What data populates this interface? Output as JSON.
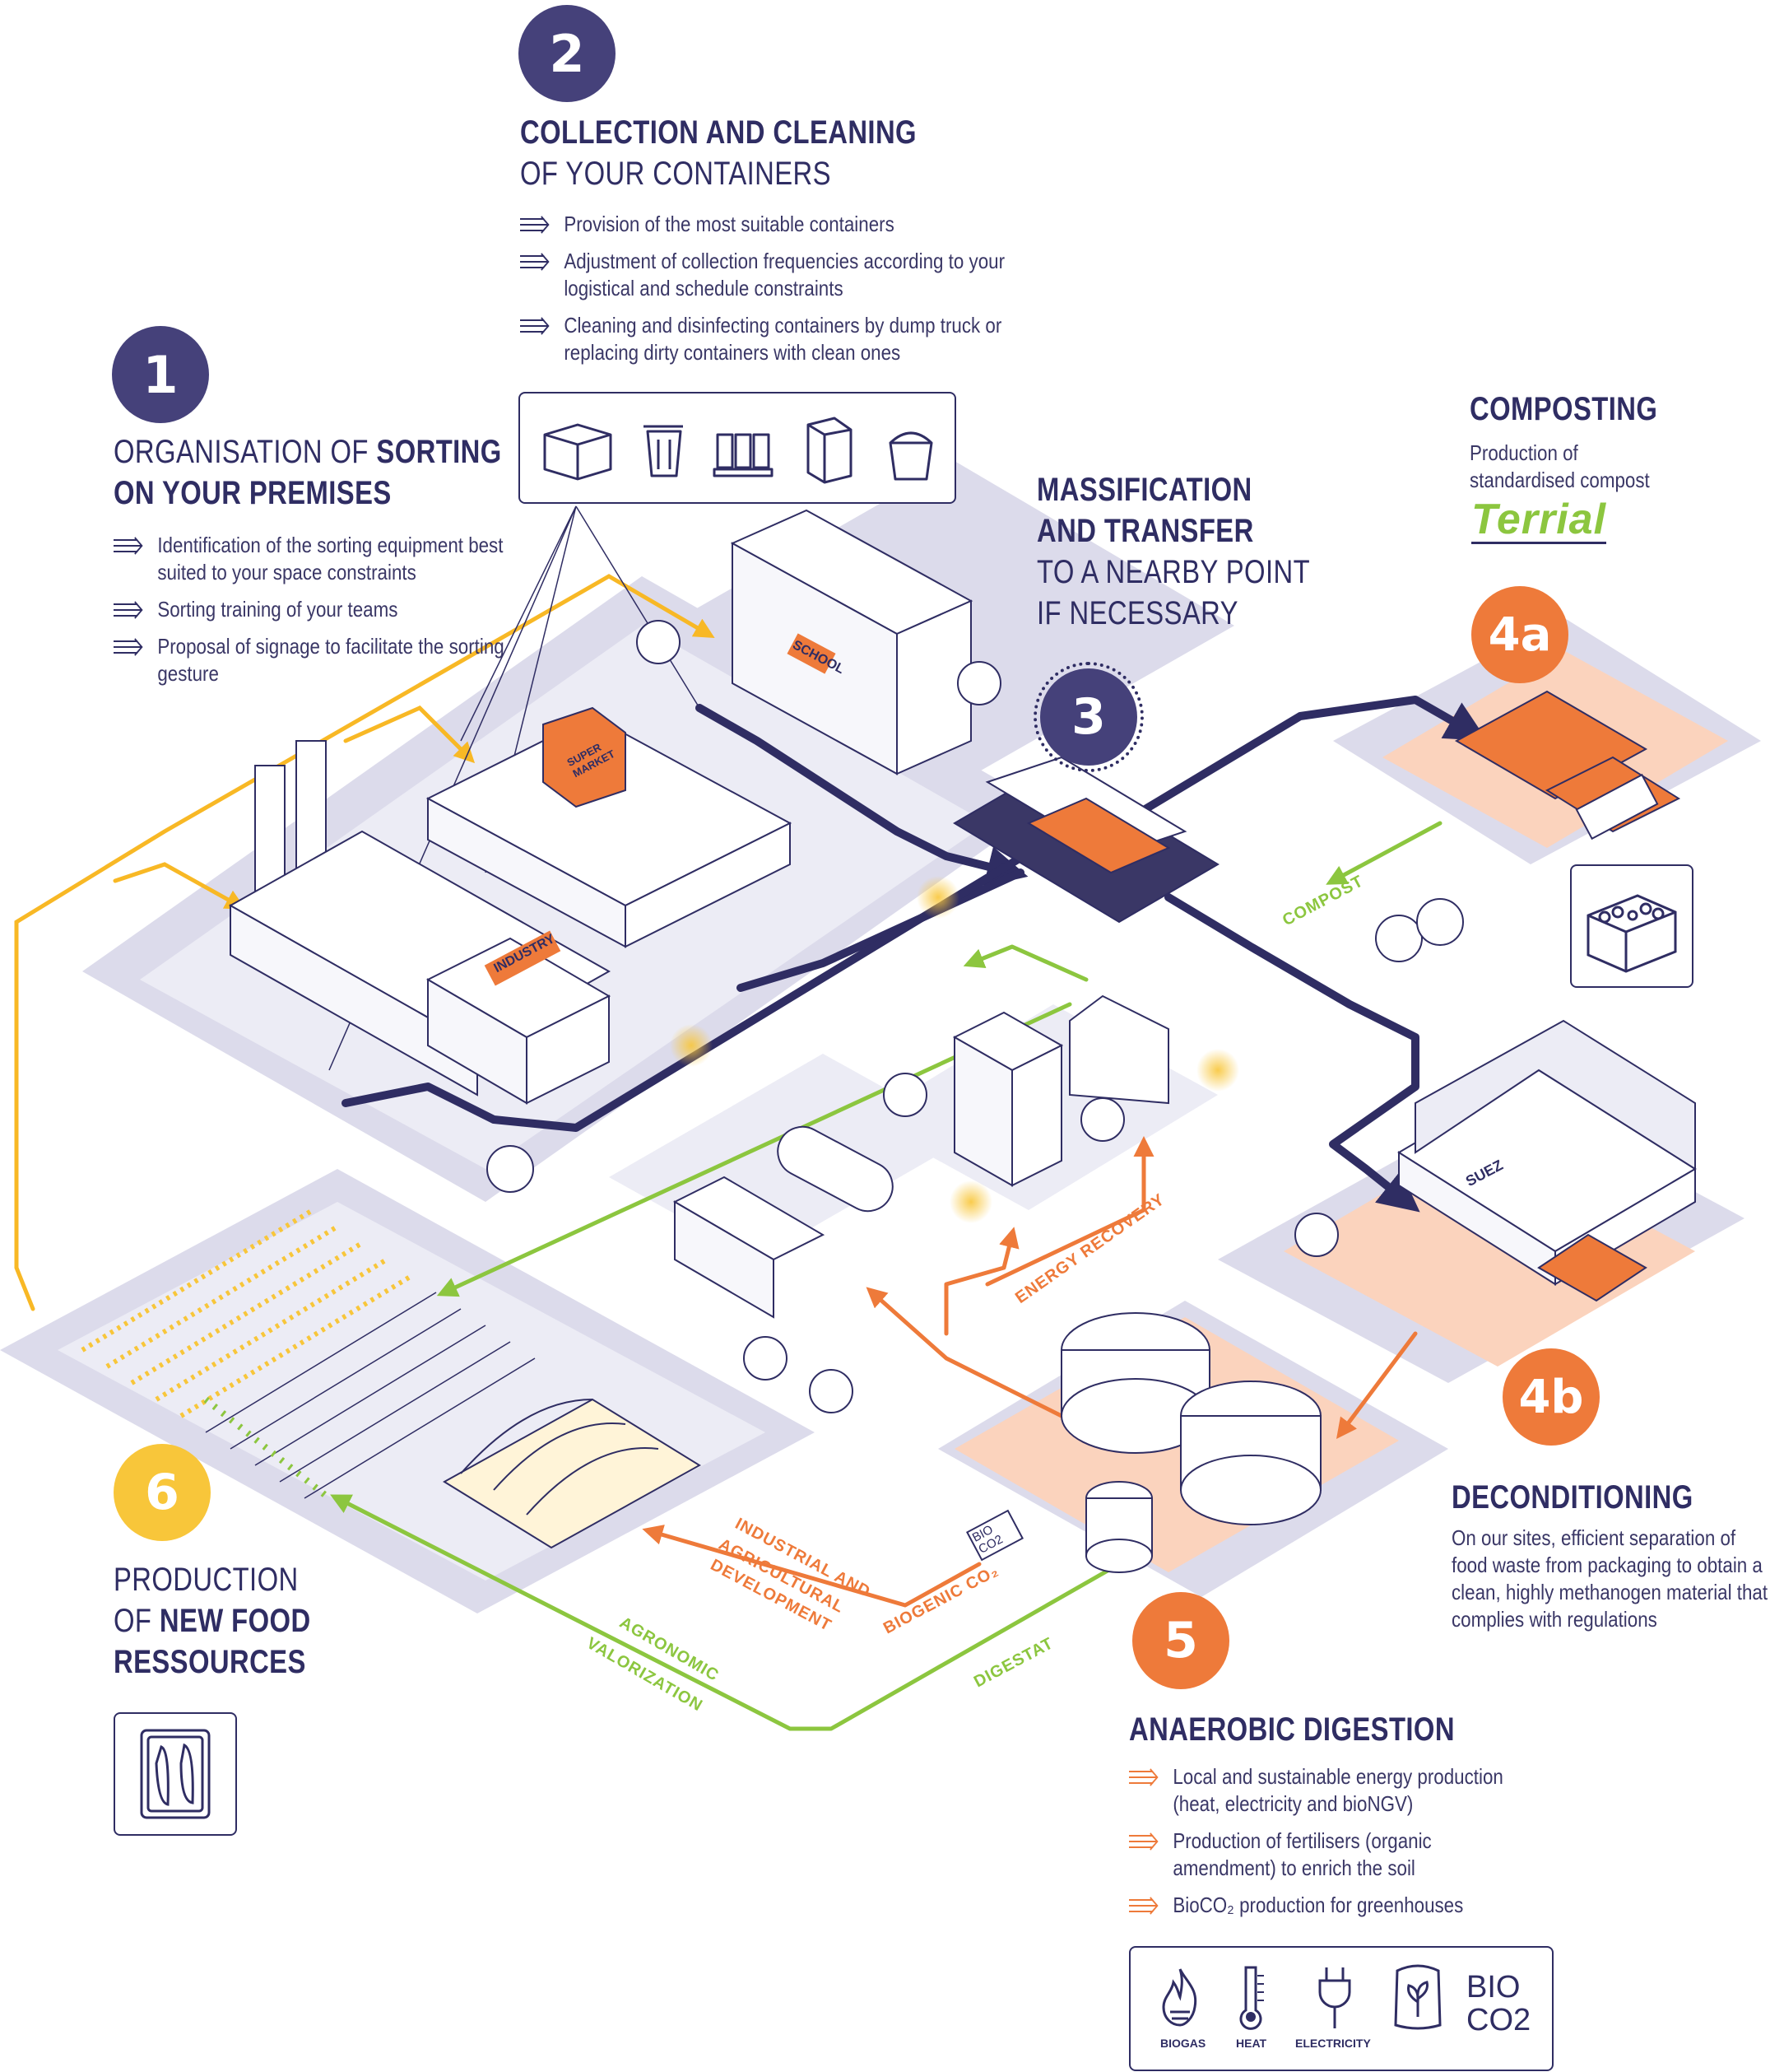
{
  "colors": {
    "navy": "#2f2d63",
    "badge_navy": "#45417a",
    "orange": "#ee7a3a",
    "yellow": "#f8c63a",
    "green": "#8cc63f",
    "lavender": "#dcdbeb",
    "peach": "#fbd3bd"
  },
  "step1": {
    "number": "1",
    "title_light": "ORGANISATION OF",
    "title_bold_1": "SORTING",
    "title_bold_2": "ON YOUR PREMISES",
    "bullets": [
      "Identification of the sorting equipment best suited to your space constraints",
      "Sorting training of your teams",
      "Proposal of signage to facilitate the sorting gesture"
    ]
  },
  "step2": {
    "number": "2",
    "title_bold": "COLLECTION AND CLEANING",
    "title_light": "OF YOUR CONTAINERS",
    "bullets": [
      "Provision of the most suitable containers",
      "Adjustment of collection frequencies according to your logistical and schedule constraints",
      "Cleaning and disinfecting containers by dump truck or replacing dirty containers with clean ones"
    ],
    "container_icons": [
      "pallet-box-icon",
      "wheelie-bin-icon",
      "drum-pallet-icon",
      "compactor-bin-icon",
      "bucket-icon"
    ]
  },
  "step3": {
    "number": "3",
    "title_bold_1": "MASSIFICATION",
    "title_bold_2": "AND TRANSFER",
    "title_light_1": "TO A NEARBY POINT",
    "title_light_2": "IF NECESSARY"
  },
  "step4a": {
    "number": "4a",
    "title": "COMPOSTING",
    "subtitle": "Production of standardised compost",
    "logo": "Terrial"
  },
  "step4b": {
    "number": "4b",
    "title": "DECONDITIONING",
    "description": "On our sites, efficient separation of food waste from packaging to obtain a clean, highly methanogen material that complies with regulations"
  },
  "step5": {
    "number": "5",
    "title": "ANAEROBIC DIGESTION",
    "bullets": [
      "Local and sustainable energy production (heat, electricity and bioNGV)",
      "Production of fertilisers (organic amendment) to enrich the soil",
      "BioCO₂ production for greenhouses"
    ],
    "legend": [
      {
        "icon": "flame-icon",
        "label": "BIOGAS"
      },
      {
        "icon": "thermometer-icon",
        "label": "HEAT"
      },
      {
        "icon": "plug-icon",
        "label": "ELECTRICITY"
      },
      {
        "icon": "fertiliser-bag-icon",
        "label": ""
      },
      {
        "icon": "bioco2-icon",
        "label": "BIO CO2"
      }
    ]
  },
  "step6": {
    "number": "6",
    "title_light": "PRODUCTION",
    "title_light_2": "OF",
    "title_bold_1": "NEW FOOD",
    "title_bold_2": "RESSOURCES"
  },
  "scene": {
    "school_sign": "SCHOOL",
    "supermarket_sign": "SUPER MARKET",
    "industry_sign": "INDUSTRY",
    "brand": "SUEZ",
    "bioco2_tag": "BIO CO2"
  },
  "flow_labels": {
    "compost": "COMPOST",
    "energy_recovery": "ENERGY RECOVERY",
    "industrial_1": "INDUSTRIAL AND",
    "industrial_2": "AGRICULTURAL",
    "industrial_3": "DEVELOPMENT",
    "biogenic": "BIOGENIC CO₂",
    "agronomic_1": "AGRONOMIC",
    "agronomic_2": "VALORIZATION",
    "digestat": "DIGESTAT"
  }
}
